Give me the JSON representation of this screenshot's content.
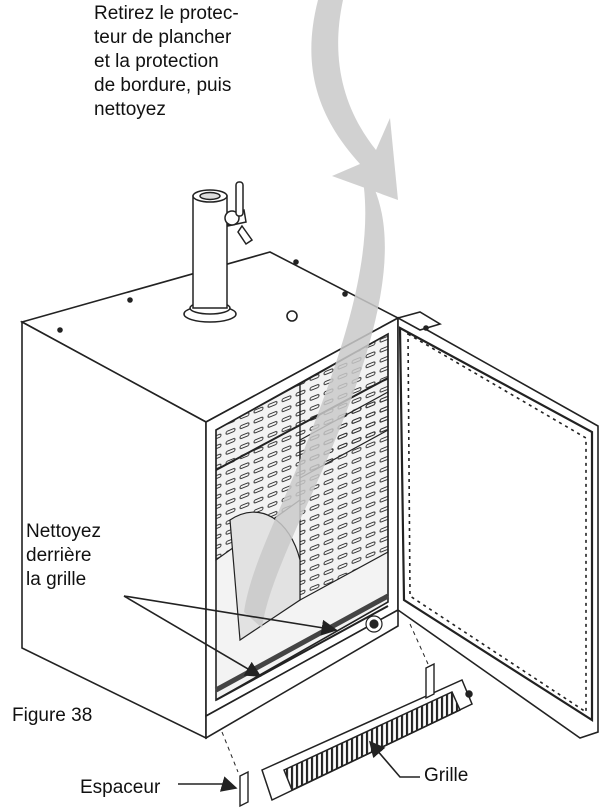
{
  "labels": {
    "instruction_lines": [
      "Retirez le protec-",
      "teur de plancher",
      "et la protection",
      "de bordure, puis",
      "nettoyez"
    ],
    "clean_behind_lines": [
      "Nettoyez",
      "derrière",
      "la grille"
    ],
    "figure": "Figure 38",
    "spacer": "Espaceur",
    "grille": "Grille"
  },
  "colors": {
    "line": "#222222",
    "arrow_fill": "#c9c9c9",
    "cabinet_fill": "#ffffff",
    "interior_shade": "#e2e2e2"
  },
  "icons": [
    "beer-tap-icon",
    "removal-arrow-icon",
    "callout-arrow-icon"
  ]
}
